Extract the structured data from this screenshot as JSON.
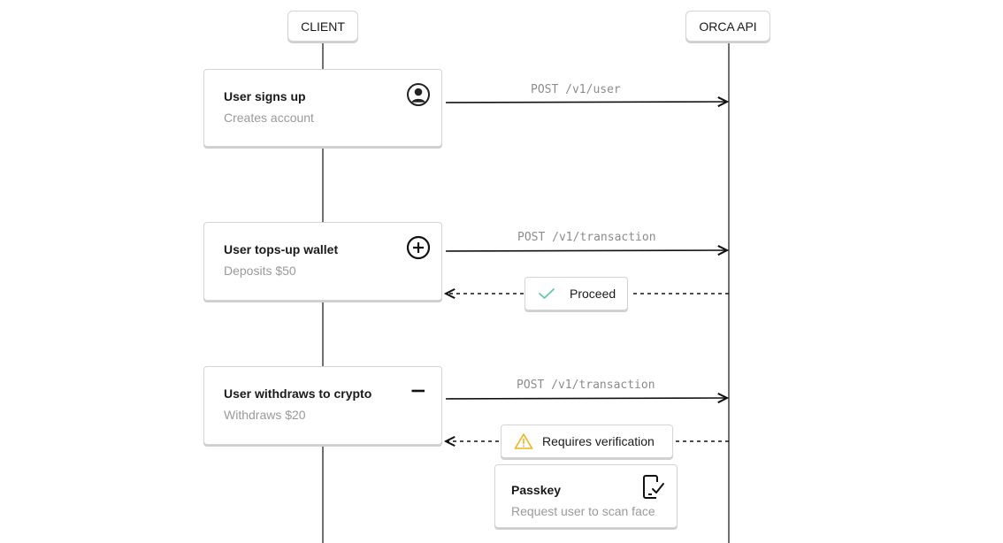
{
  "lanes": {
    "client": "CLIENT",
    "api": "ORCA API"
  },
  "steps": [
    {
      "title": "User signs up",
      "subtitle": "Creates account",
      "icon": "user-circle-icon",
      "request": "POST /v1/user"
    },
    {
      "title": "User tops-up wallet",
      "subtitle": "Deposits $50",
      "icon": "plus-circle-icon",
      "request": "POST /v1/transaction",
      "response": "Proceed",
      "response_icon": "check-icon"
    },
    {
      "title": "User withdraws to crypto",
      "subtitle": "Withdraws $20",
      "icon": "minus-icon",
      "request": "POST /v1/transaction",
      "response": "Requires verification",
      "response_icon": "warning-icon"
    }
  ],
  "verification": {
    "title": "Passkey",
    "subtitle": "Request user to scan face",
    "icon": "phone-check-icon"
  },
  "colors": {
    "line": "#111111",
    "border": "#d4d4d4",
    "muted": "#9a9a9a",
    "success": "#5fc9a8",
    "warning": "#f2b21c"
  }
}
